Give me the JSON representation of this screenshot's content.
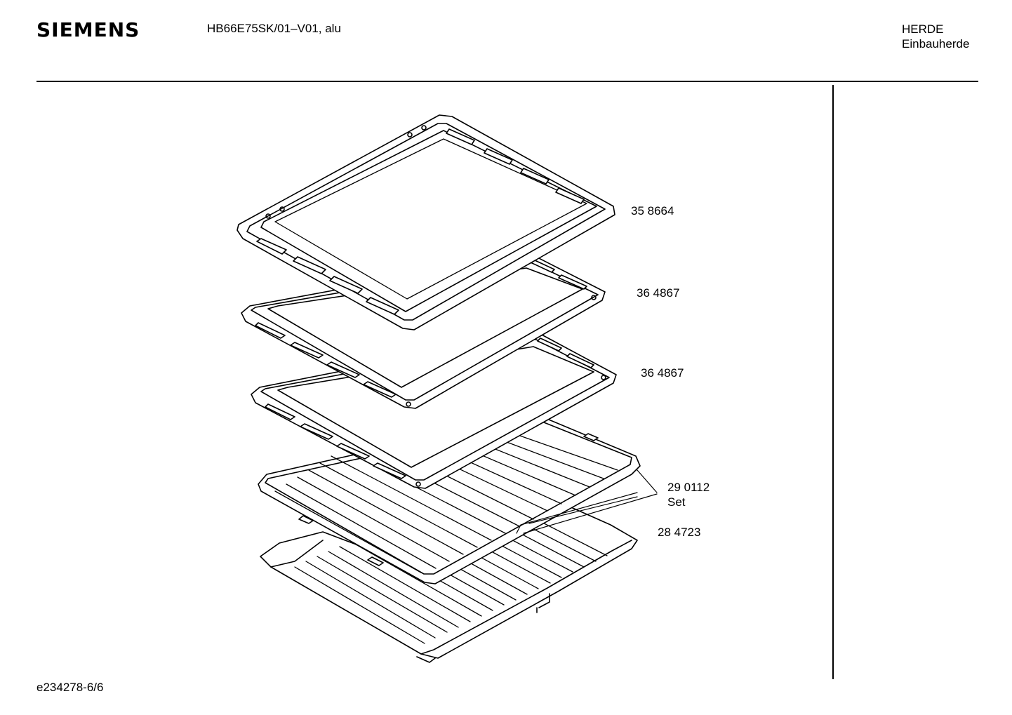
{
  "header": {
    "brand": "SIEMENS",
    "model": "HB66E75SK/01–V01, alu",
    "category_line1": "HERDE",
    "category_line2": "Einbauherde"
  },
  "footer": {
    "doc_id": "e234278-6/6"
  },
  "parts": [
    {
      "number": "35 8664"
    },
    {
      "number": "36 4867"
    },
    {
      "number": "36 4867"
    },
    {
      "number": "29 0112",
      "note": "Set"
    },
    {
      "number": "28 4723"
    }
  ]
}
